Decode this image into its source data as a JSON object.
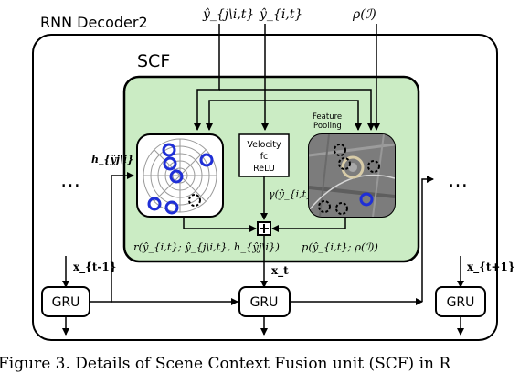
{
  "outer_label": "RNN Decoder2",
  "scf_label": "SCF",
  "inputs": {
    "left": "ŷ_{j\\i,t}",
    "middle": "ŷ_{i,t}",
    "right": "ρ(ℐ)"
  },
  "velocity_box": [
    "Velocity",
    "fc",
    "ReLU"
  ],
  "feature_pooling": [
    "Feature",
    "Pooling"
  ],
  "hidden_label": "h_{ŷj\\i}",
  "gamma_label": "γ(ŷ_{i,t})",
  "r_label": "r(ŷ_{i,t}; ŷ_{j\\i,t}, h_{ŷj\\i})",
  "p_label": "p(ŷ_{i,t}; ρ(ℐ))",
  "ellipsis": "…",
  "gru_label": "GRU",
  "x_inputs": [
    "x_{t-1}",
    "x_t",
    "x_{t+1}"
  ],
  "caption": "Figure 3.  Details of Scene Context Fusion unit (SCF) in R",
  "colors": {
    "scf_fill": "#cbecc4",
    "blue_circle": "#1f2fd6",
    "scene_image": "#7c7c7c"
  }
}
